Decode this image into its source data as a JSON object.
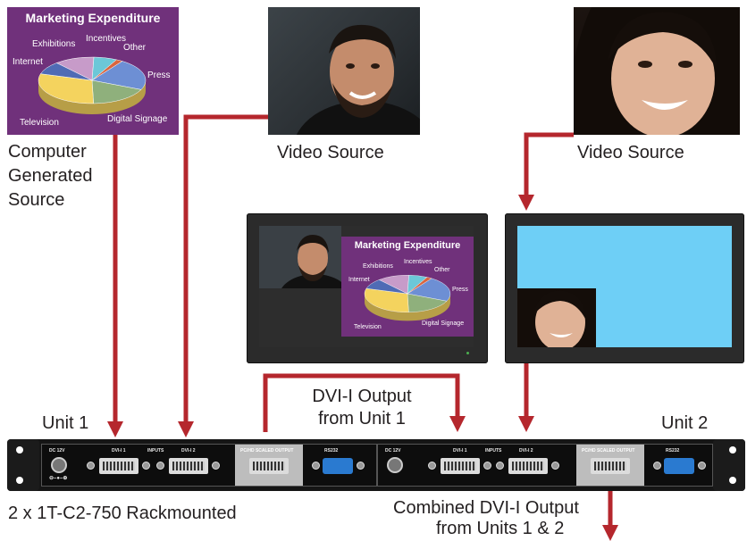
{
  "chart": {
    "title": "Marketing Expenditure",
    "labels": [
      "Exhibitions",
      "Incentives",
      "Other",
      "Internet",
      "Press",
      "Television",
      "Digital Signage"
    ]
  },
  "chart_data": {
    "type": "pie",
    "title": "Marketing Expenditure",
    "categories": [
      "Press",
      "Digital Signage",
      "Television",
      "Internet",
      "Exhibitions",
      "Incentives",
      "Other"
    ],
    "values": [
      22,
      18,
      30,
      9,
      12,
      7,
      2
    ],
    "colors": [
      "#6d8fd4",
      "#8fb07c",
      "#f4d35e",
      "#4f6bb5",
      "#c79bc9",
      "#6cc7d8",
      "#d9653f"
    ]
  },
  "labels": {
    "computer_source": [
      "Computer",
      "Generated",
      "Source"
    ],
    "video_source_1": "Video Source",
    "video_source_2": "Video Source",
    "dvi_output": [
      "DVI-I Output",
      "from Unit 1"
    ],
    "unit1": "Unit 1",
    "unit2": "Unit 2",
    "rackmount": "2 x 1T-C2-750 Rackmounted",
    "combined": [
      "Combined DVI-I Output",
      "from Units 1 & 2"
    ]
  },
  "rack_text": {
    "dc": "DC 12V",
    "dvi1": "DVI-I 1",
    "inputs": "INPUTS",
    "dvi2": "DVI-I 2",
    "scaled": "PC/HD SCALED OUTPUT",
    "rs232": "RS232"
  },
  "colors": {
    "arrow": "#b5272d",
    "chart_bg": "#70317b",
    "screen_blue": "#6ecff6"
  }
}
